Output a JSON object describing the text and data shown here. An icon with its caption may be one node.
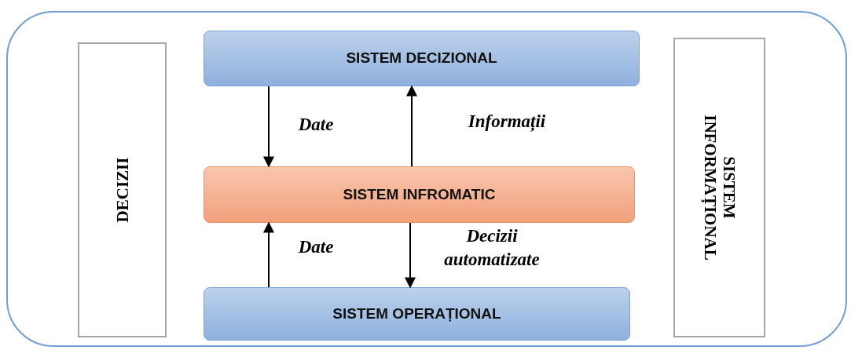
{
  "diagram": {
    "nodes": [
      {
        "text": [],
        "shape": "box"
      },
      {
        "text": [
          "DECIZII"
        ],
        "in": 0
      },
      {
        "text": [
          "SISTEM DECIZIONAL"
        ],
        "in": 0
      },
      {
        "text": [
          "SISTEM INFROMATIC"
        ],
        "in": 0
      },
      {
        "text": [
          "SISTEM OPERAȚIONAL"
        ],
        "in": 0
      },
      {
        "text": [
          "SISTEM INFORMAȚIONAL"
        ],
        "in": 0
      }
    ],
    "edges": [
      {
        "from": 2,
        "to": 3,
        "arrow": "to",
        "label": "Date"
      },
      {
        "from": 3,
        "to": 2,
        "arrow": "to",
        "label": "Informații"
      },
      {
        "from": 4,
        "to": 3,
        "arrow": "to",
        "label": "Date"
      },
      {
        "from": 3,
        "to": 4,
        "arrow": "to",
        "label": "Decizii automatizate"
      }
    ]
  }
}
